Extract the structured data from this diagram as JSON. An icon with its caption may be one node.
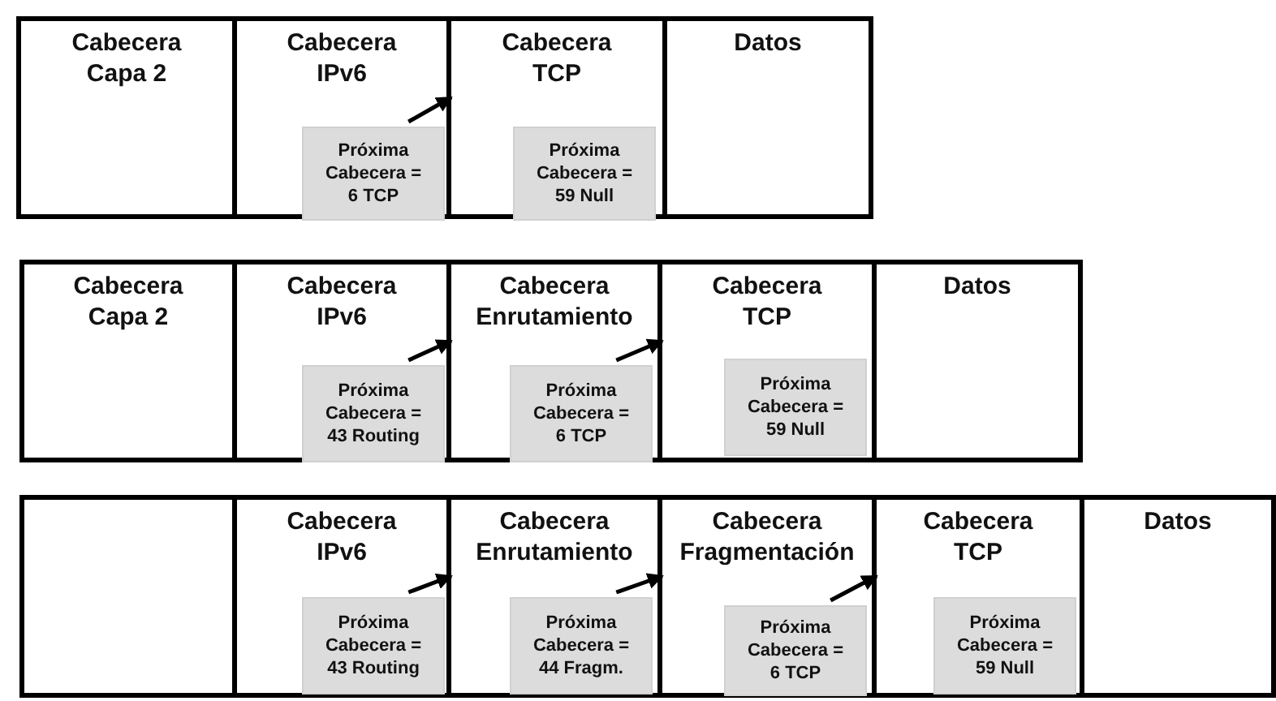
{
  "diagram": {
    "nodes": [
      {
        "text": [
          "Cabecera Capa 2"
        ]
      },
      {
        "text": [
          "Cabecera IPv6"
        ]
      },
      {
        "text": [
          "Próxima Cabecera = 6 TCP"
        ],
        "in": 1
      },
      {
        "text": [
          "Cabecera TCP"
        ]
      },
      {
        "text": [
          "Próxima Cabecera = 59 Null"
        ],
        "in": 3
      },
      {
        "text": [
          "Datos"
        ]
      },
      {
        "text": [
          "Cabecera Capa 2"
        ]
      },
      {
        "text": [
          "Cabecera IPv6"
        ]
      },
      {
        "text": [
          "Próxima Cabecera = 43 Routing"
        ],
        "in": 7
      },
      {
        "text": [
          "Cabecera Enrutamiento"
        ]
      },
      {
        "text": [
          "Próxima Cabecera = 6 TCP"
        ],
        "in": 9
      },
      {
        "text": [
          "Cabecera TCP"
        ]
      },
      {
        "text": [
          "Próxima Cabecera = 59 Null"
        ],
        "in": 11
      },
      {
        "text": [
          "Datos"
        ]
      },
      {
        "text": [],
        "shape": "box"
      },
      {
        "text": [
          "Cabecera IPv6"
        ]
      },
      {
        "text": [
          "Próxima Cabecera = 43 Routing"
        ],
        "in": 15
      },
      {
        "text": [
          "Cabecera Enrutamiento"
        ]
      },
      {
        "text": [
          "Próxima Cabecera = 44 Fragm."
        ],
        "in": 17
      },
      {
        "text": [
          "Cabecera Fragmentación"
        ]
      },
      {
        "text": [
          "Próxima Cabecera = 6 TCP"
        ],
        "in": 19
      },
      {
        "text": [
          "Cabecera TCP"
        ]
      },
      {
        "text": [
          "Próxima Cabecera = 59 Null"
        ],
        "in": 21
      },
      {
        "text": [
          "Datos"
        ]
      }
    ],
    "edges": [
      {
        "from": 2,
        "to": 3,
        "arrow": "to"
      },
      {
        "from": 8,
        "to": 9,
        "arrow": "to"
      },
      {
        "from": 10,
        "to": 11,
        "arrow": "to"
      },
      {
        "from": 16,
        "to": 17,
        "arrow": "to"
      },
      {
        "from": 18,
        "to": 19,
        "arrow": "to"
      },
      {
        "from": 20,
        "to": 21,
        "arrow": "to"
      }
    ]
  }
}
